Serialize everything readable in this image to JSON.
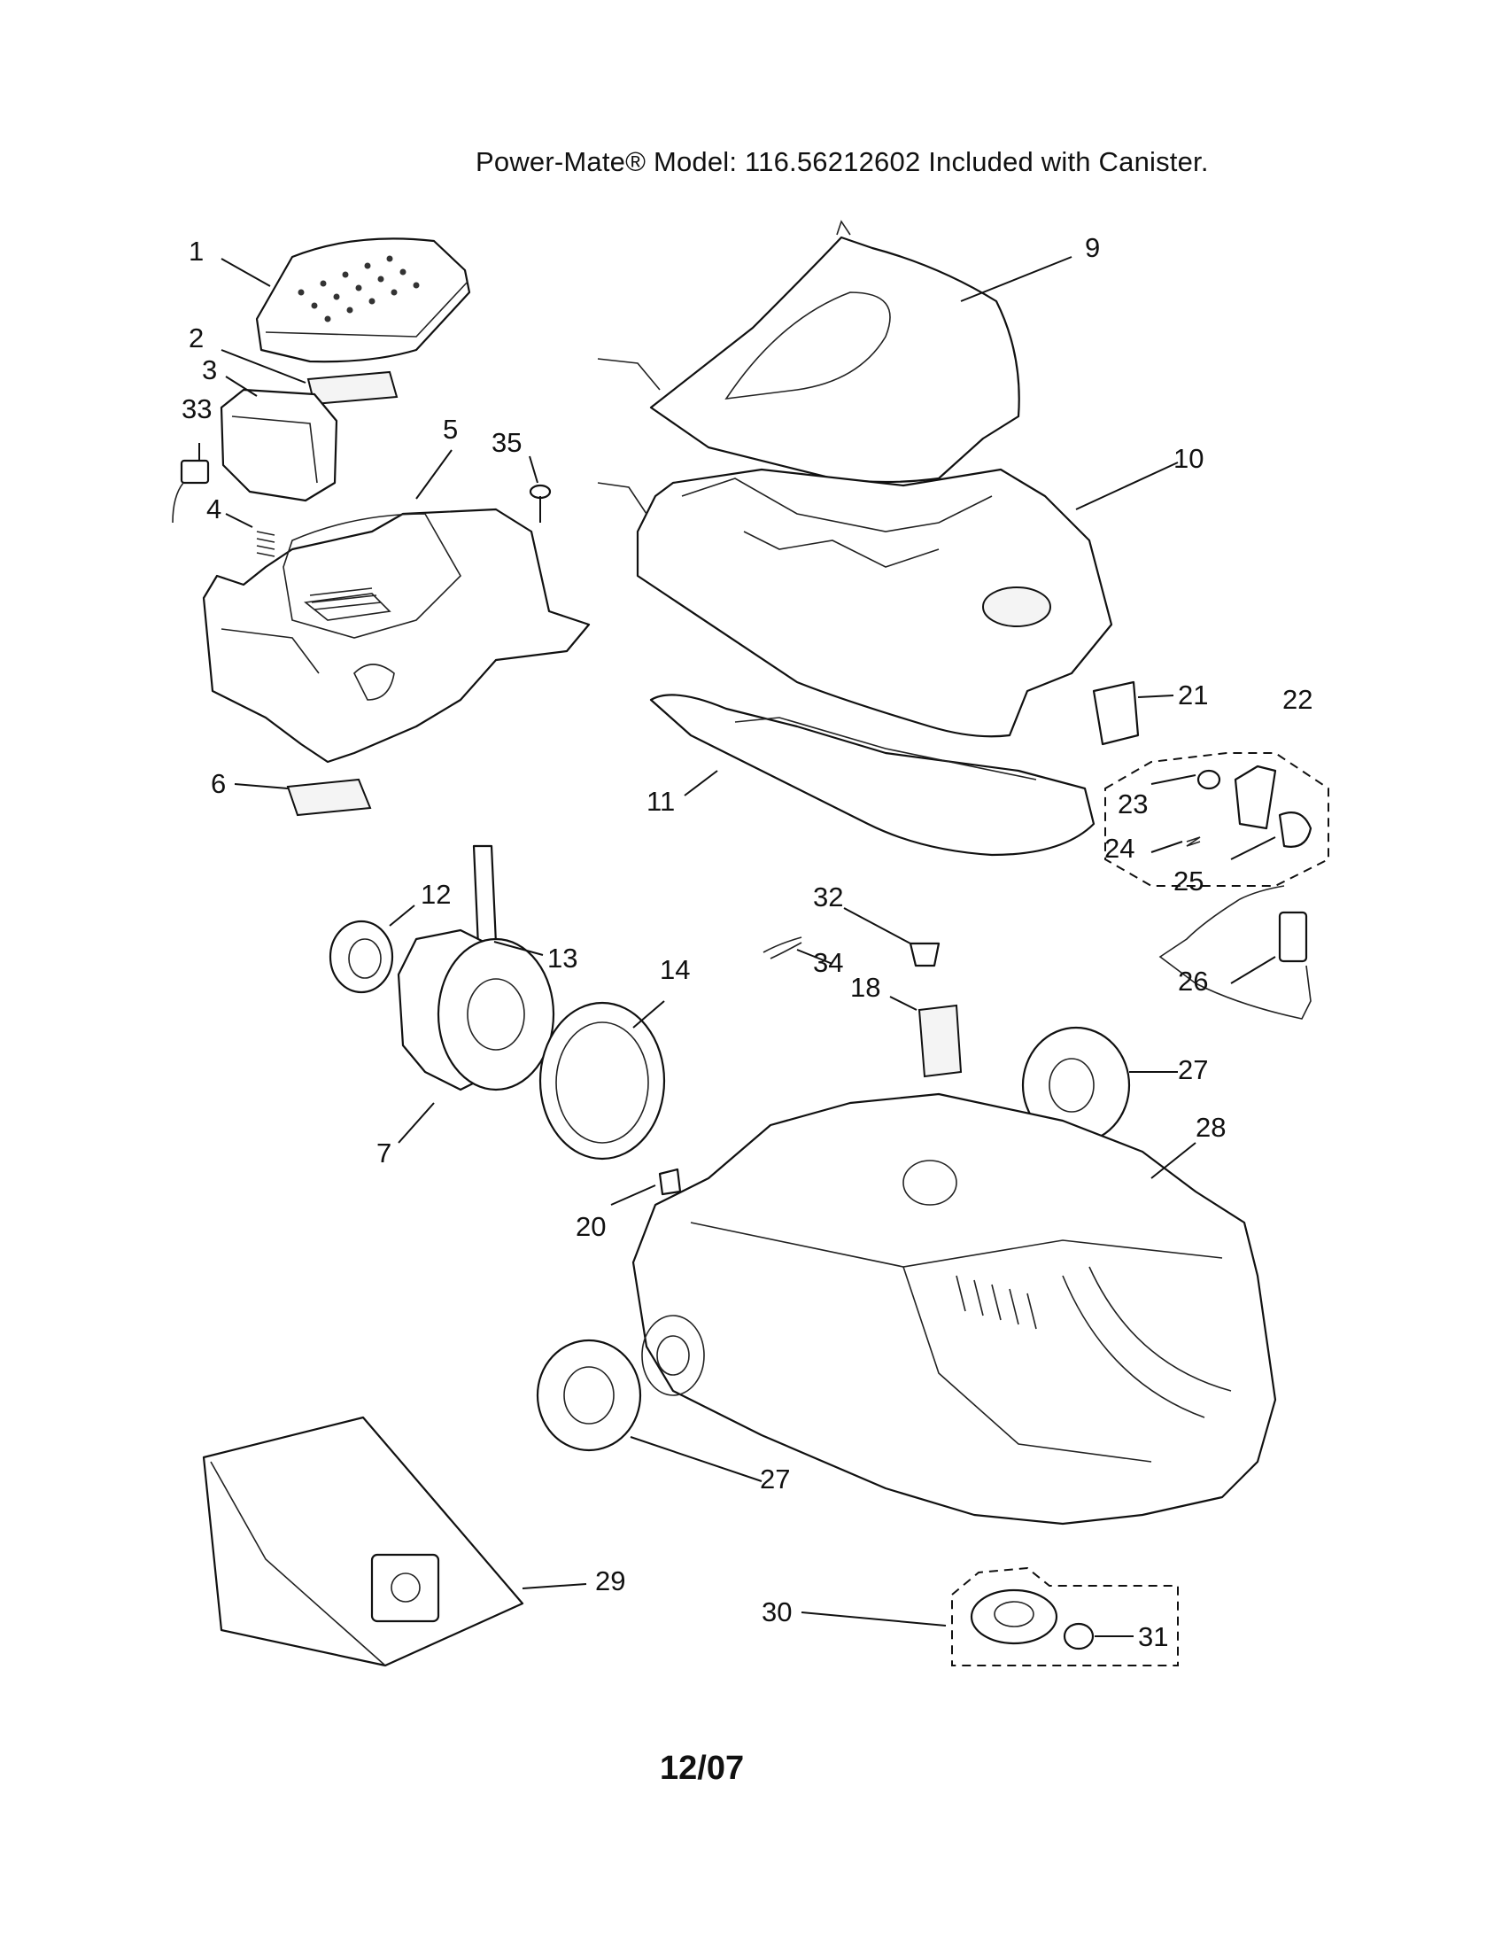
{
  "header": {
    "text": "Power-Mate® Model:   116.56212602 Included with Canister."
  },
  "footer": {
    "date": "12/07"
  },
  "labels": {
    "l1": "1",
    "l2": "2",
    "l3": "3",
    "l33": "33",
    "l4": "4",
    "l5": "5",
    "l35": "35",
    "l6": "6",
    "l9": "9",
    "l10": "10",
    "l11": "11",
    "l21": "21",
    "l22": "22",
    "l23": "23",
    "l24": "24",
    "l25": "25",
    "l12": "12",
    "l13": "13",
    "l14": "14",
    "l7": "7",
    "l32": "32",
    "l34": "34",
    "l18": "18",
    "l26": "26",
    "l27a": "27",
    "l28": "28",
    "l20": "20",
    "l27b": "27",
    "l29": "29",
    "l30": "30",
    "l31": "31"
  }
}
